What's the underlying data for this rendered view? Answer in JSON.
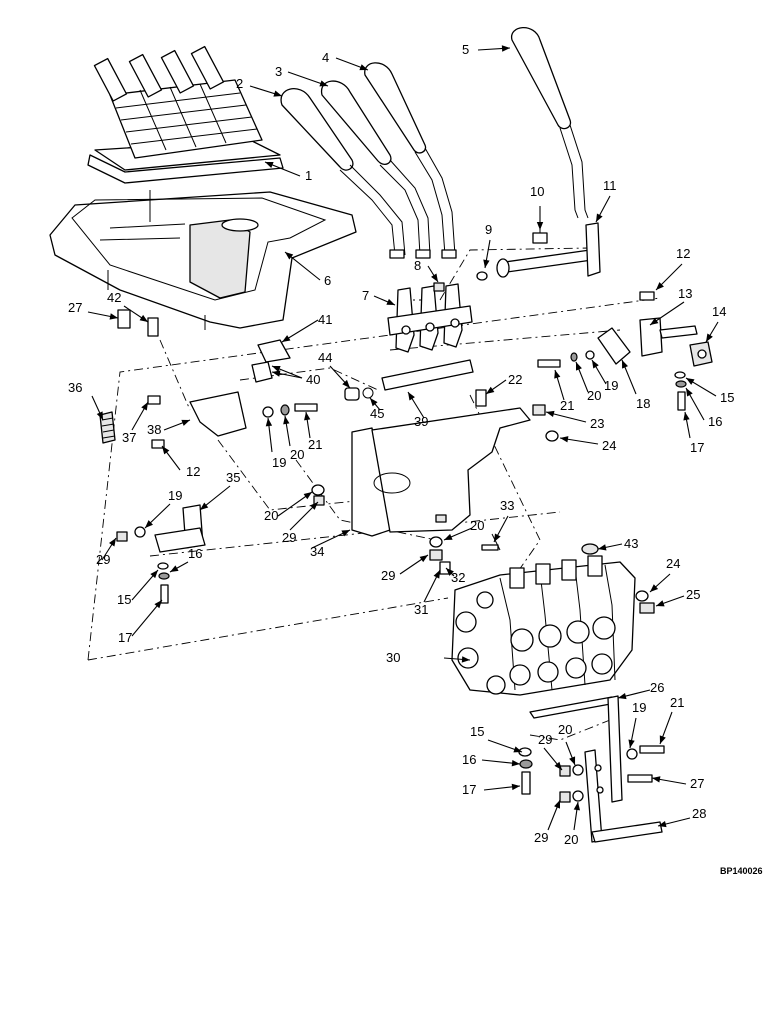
{
  "figure_code": "BP140026",
  "callouts": [
    {
      "label": "1"
    },
    {
      "label": "2"
    },
    {
      "label": "3"
    },
    {
      "label": "4"
    },
    {
      "label": "5"
    },
    {
      "label": "6"
    },
    {
      "label": "7"
    },
    {
      "label": "8"
    },
    {
      "label": "9"
    },
    {
      "label": "10"
    },
    {
      "label": "11"
    },
    {
      "label": "12"
    },
    {
      "label": "13"
    },
    {
      "label": "14"
    },
    {
      "label": "15"
    },
    {
      "label": "16"
    },
    {
      "label": "17"
    },
    {
      "label": "18"
    },
    {
      "label": "19"
    },
    {
      "label": "20"
    },
    {
      "label": "21"
    },
    {
      "label": "22"
    },
    {
      "label": "23"
    },
    {
      "label": "24"
    },
    {
      "label": "27"
    },
    {
      "label": "42"
    },
    {
      "label": "41"
    },
    {
      "label": "40"
    },
    {
      "label": "44"
    },
    {
      "label": "45"
    },
    {
      "label": "39"
    },
    {
      "label": "36"
    },
    {
      "label": "37"
    },
    {
      "label": "38"
    },
    {
      "label": "12"
    },
    {
      "label": "19"
    },
    {
      "label": "20"
    },
    {
      "label": "21"
    },
    {
      "label": "35"
    },
    {
      "label": "20"
    },
    {
      "label": "29"
    },
    {
      "label": "19"
    },
    {
      "label": "29"
    },
    {
      "label": "16"
    },
    {
      "label": "15"
    },
    {
      "label": "17"
    },
    {
      "label": "34"
    },
    {
      "label": "33"
    },
    {
      "label": "20"
    },
    {
      "label": "29"
    },
    {
      "label": "32"
    },
    {
      "label": "31"
    },
    {
      "label": "43"
    },
    {
      "label": "24"
    },
    {
      "label": "25"
    },
    {
      "label": "30"
    },
    {
      "label": "26"
    },
    {
      "label": "15"
    },
    {
      "label": "20"
    },
    {
      "label": "29"
    },
    {
      "label": "19"
    },
    {
      "label": "21"
    },
    {
      "label": "16"
    },
    {
      "label": "17"
    },
    {
      "label": "27"
    },
    {
      "label": "28"
    },
    {
      "label": "29"
    },
    {
      "label": "20"
    }
  ]
}
